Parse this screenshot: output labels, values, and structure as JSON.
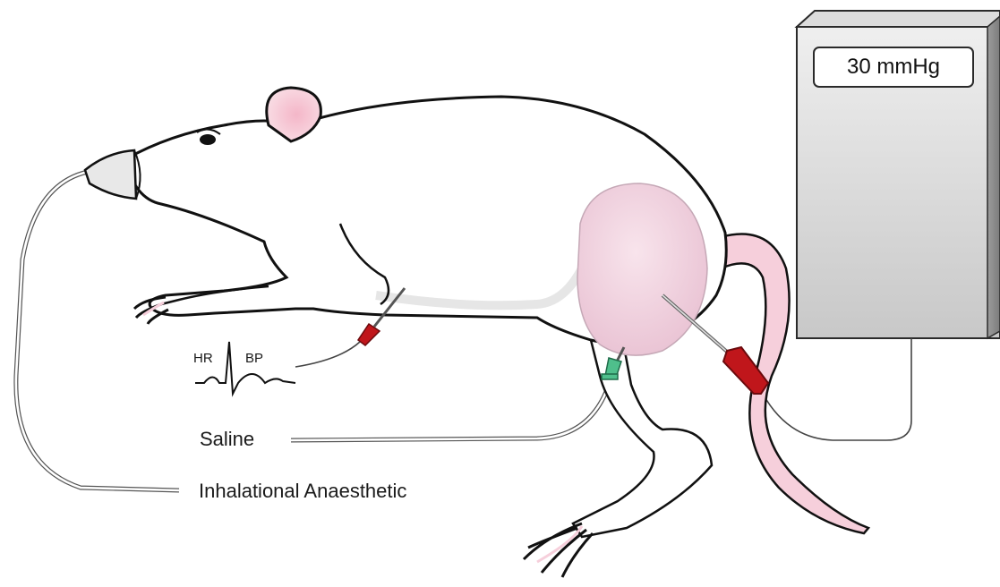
{
  "pressure_display": "30 mmHg",
  "labels": {
    "hr": "HR",
    "bp": "BP",
    "saline": "Saline",
    "anaesthetic": "Inhalational Anaesthetic"
  },
  "colors": {
    "rat_body": "#ffffff",
    "outline": "#111111",
    "pink": "#f4c9d6",
    "bladder": "#f3d6e2",
    "catheter_red": "#c0161b",
    "catheter_green": "#4fbf8c",
    "device": "#d9d9d9"
  }
}
